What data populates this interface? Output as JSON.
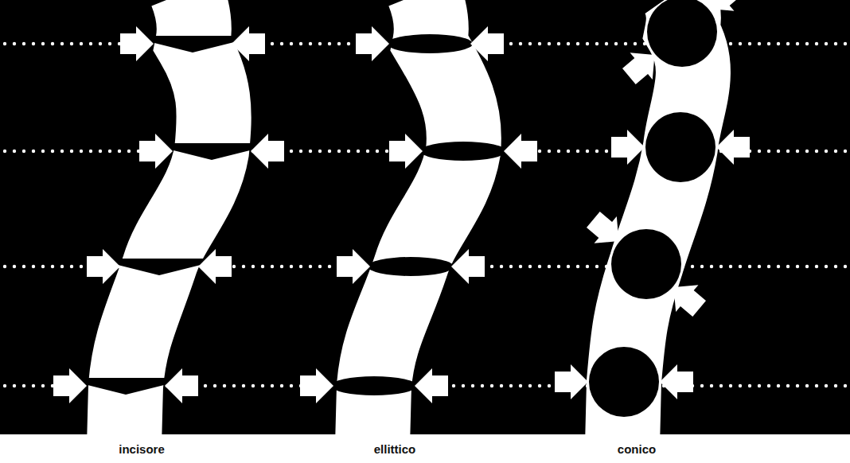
{
  "diagram": {
    "labels": [
      "incisore",
      "ellittico",
      "conico"
    ]
  }
}
